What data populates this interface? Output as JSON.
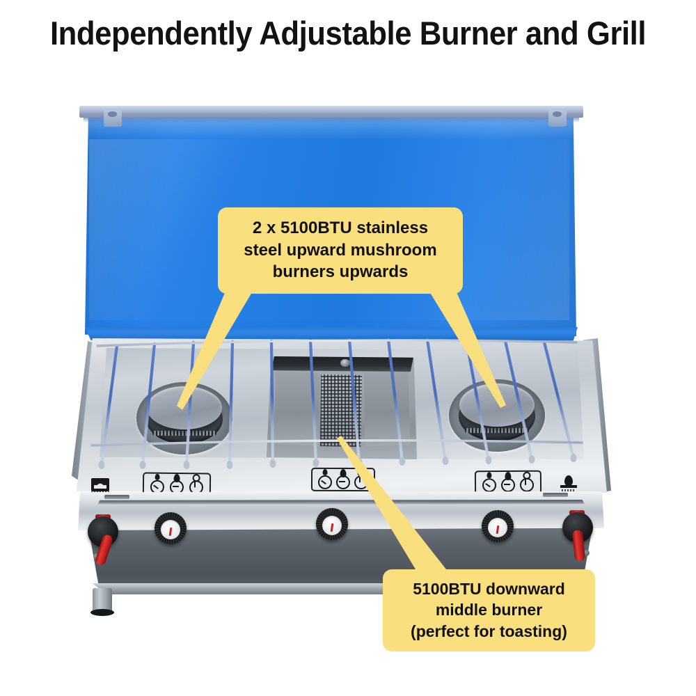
{
  "page": {
    "title": "Independently Adjustable Burner and Grill",
    "background_color": "#ffffff"
  },
  "colors": {
    "title_text": "#121212",
    "callout_fill": "#fadf7f",
    "callout_text": "#111111",
    "lid_blue": "#2a7ad8",
    "stainless": "#cdd3d9",
    "body_gray": "#5a6067",
    "knob_black": "#17191c",
    "accent_red": "#cf1f22"
  },
  "callouts": [
    {
      "id": "upward-burners",
      "lines": [
        "2 x 5100BTU stainless",
        "steel upward mushroom",
        "burners upwards"
      ],
      "text": "2 x 5100BTU stainless steel upward mushroom burners upwards",
      "pointer_targets": [
        "left-burner",
        "right-burner"
      ]
    },
    {
      "id": "downward-middle-burner",
      "lines": [
        "5100BTU downward",
        "middle burner",
        "(perfect for toasting)"
      ],
      "text": "5100BTU downward middle burner (perfect for toasting)",
      "pointer_targets": [
        "center-grill"
      ]
    }
  ],
  "product": {
    "name": "portable-camping-stove",
    "lid": {
      "label": "blue-windshield-lid",
      "color": "#2a7ad8"
    },
    "burners": [
      {
        "id": "left-burner",
        "type": "mushroom-upward",
        "btu": "5100BTU"
      },
      {
        "id": "center-grill",
        "type": "infrared-downward",
        "btu": "5100BTU"
      },
      {
        "id": "right-burner",
        "type": "mushroom-upward",
        "btu": "5100BTU"
      }
    ],
    "controls": {
      "knob_count": 3,
      "latch_count": 2,
      "decal_panels": 3,
      "decal_icons": [
        "low-flame",
        "high-flame",
        "off"
      ]
    },
    "feet_count": 2
  }
}
